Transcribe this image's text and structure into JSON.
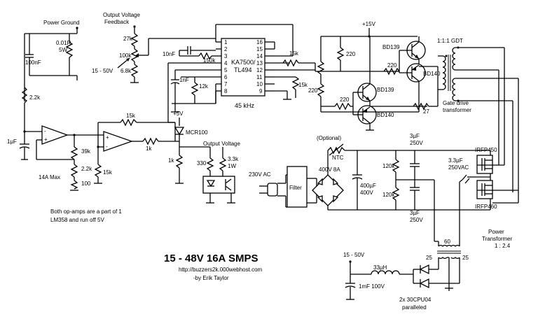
{
  "title": {
    "main": "15 - 48V 16A SMPS",
    "url": "http://buzzers2k.000webhost.com",
    "author": "-by Erik Taylor"
  },
  "notes": {
    "power_ground": "Power Ground",
    "output_voltage_feedback_1": "Output Voltage",
    "output_voltage_feedback_2": "Feedback",
    "range_15_50": "15 - 50V",
    "current_limit": "14A Max",
    "opamp_note_1": "Both op-amps are a part of 1",
    "opamp_note_2": "LM358 and run off 5V",
    "output_voltage_led": "Output Voltage",
    "optional": "(Optional)",
    "ntc": "NTC",
    "ac_in": "230V AC",
    "filter": "Filter",
    "bridge": "400V 8A",
    "gate_drive_1": "Gate drive",
    "gate_drive_2": "transformer",
    "gdt_ratio": "1:1:1 GDT",
    "power_tx_1": "Power",
    "power_tx_2": "Transformer",
    "power_tx_3": "1 : 2.4",
    "out_range": "15 - 50V",
    "diodes_1": "2x 30CPU04",
    "diodes_2": "paralleled",
    "freq": "45 kHz",
    "vcc_15": "+15V",
    "vcc_5": "+5V"
  },
  "ic": {
    "name_1": "KA7500/",
    "name_2": "TL494",
    "left_pins": [
      "1",
      "2",
      "3",
      "4",
      "5",
      "6",
      "7",
      "8"
    ],
    "right_pins": [
      "16",
      "15",
      "14",
      "13",
      "12",
      "11",
      "10",
      "9"
    ]
  },
  "components": {
    "r_27k": "27k",
    "pot_100k": "100k",
    "r_6_8k": "6.8k",
    "c_100nf": "100nF",
    "r_shunt_1": "0.01R",
    "r_shunt_2": "5W",
    "r_2_2k": "2.2k",
    "c_1uf": "1µF",
    "r_15k_fb": "15k",
    "r_39k": "39k",
    "r_2_2k_b": "2.2k",
    "r_100": "100",
    "r_15k_gnd": "15k",
    "r_1k_a": "1k",
    "r_1k_b": "1k",
    "scr": "MCR100",
    "r_330": "330",
    "r_3_3k_1": "3.3k",
    "r_3_3k_2": "1W",
    "c_10nf": "10nF",
    "r_150k": "150k",
    "c_1nf": "1nF",
    "r_12k": "12k",
    "r_15k_ic": "15k",
    "r_15k_ic2": "15k",
    "r_220_a": "220",
    "r_220_b": "220",
    "r_220_c": "220",
    "r_220_d": "220",
    "q1": "BD139",
    "q2": "BD140",
    "q3": "BD139",
    "q4": "BD140",
    "r_27": "27",
    "c_120k_1": "120k",
    "c_120k_2": "120k",
    "c_3uf_top_1": "3µF",
    "c_3uf_top_2": "250V",
    "c_3uf_bot_1": "3µF",
    "c_3uf_bot_2": "250V",
    "c_400uf_1": "400µF",
    "c_400uf_2": "400V",
    "c_3_3uf_1": "3.3µF",
    "c_3_3uf_2": "250VAC",
    "m1": "IRFP450",
    "m2": "IRFP460",
    "tx_60": "60",
    "tx_25a": "25",
    "tx_25b": "25",
    "l_33uh": "33µH",
    "c_1mf": "1mF 100V"
  }
}
